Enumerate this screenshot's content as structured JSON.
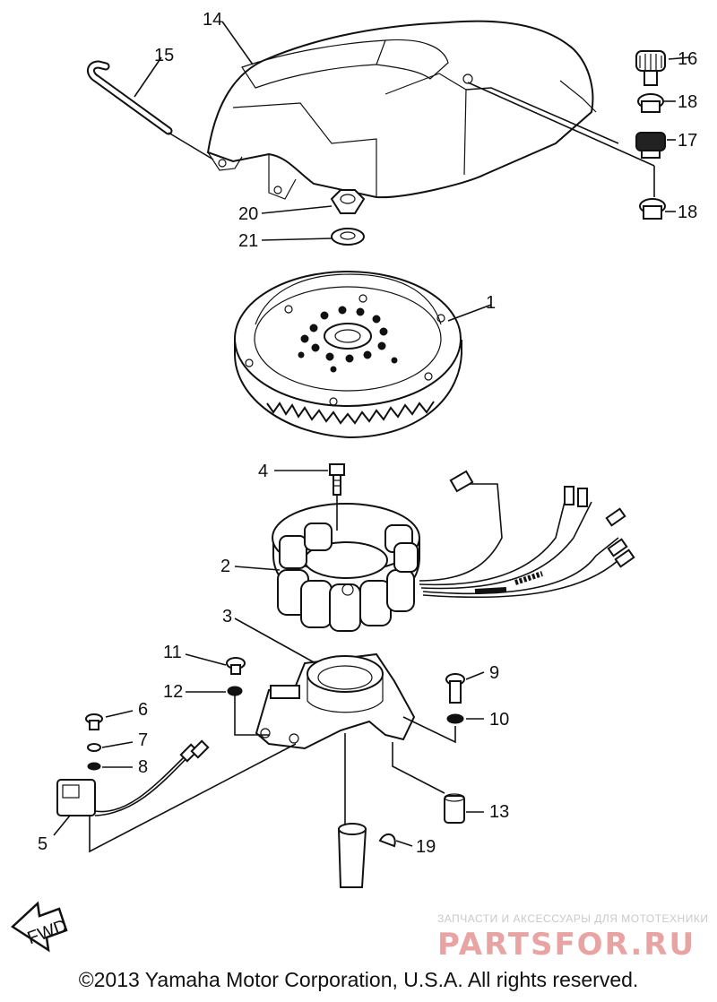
{
  "callouts": [
    "1",
    "2",
    "3",
    "4",
    "5",
    "6",
    "7",
    "8",
    "9",
    "10",
    "11",
    "12",
    "13",
    "14",
    "15",
    "16",
    "17",
    "18",
    "19",
    "20",
    "21"
  ],
  "fwd_label": "FWD",
  "watermark": {
    "tagline": "ЗАПЧАСТИ И АКСЕССУАРЫ ДЛЯ МОТОТЕХНИКИ",
    "brand": "PARTSFOR.RU"
  },
  "copyright": "©2013 Yamaha Motor Corporation, U.S.A. All rights reserved."
}
